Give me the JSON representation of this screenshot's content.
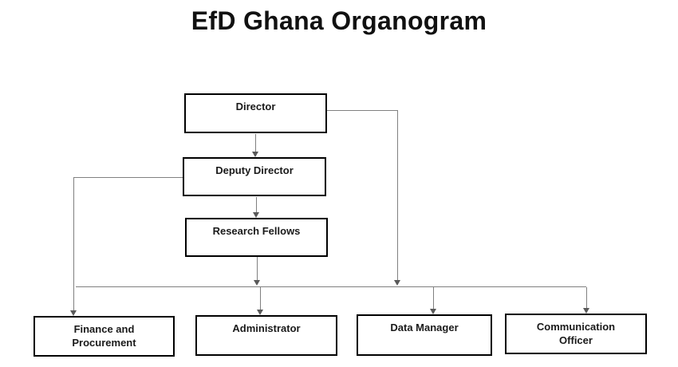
{
  "title": "EfD Ghana Organogram",
  "colors": {
    "background": "#ffffff",
    "box_border": "#000000",
    "box_fill": "#ffffff",
    "text": "#1a1a1a",
    "connector_line": "#808080",
    "arrowhead": "#595959"
  },
  "nodes": {
    "director": {
      "label": "Director"
    },
    "deputy_director": {
      "label": "Deputy Director"
    },
    "research_fellows": {
      "label": "Research Fellows"
    },
    "finance_and_procurement": {
      "label": "Finance and\nProcurement"
    },
    "administrator": {
      "label": "Administrator"
    },
    "data_manager": {
      "label": "Data Manager"
    },
    "communication_officer": {
      "label": "Communication\nOfficer"
    }
  },
  "edges": [
    {
      "from": "director",
      "to": "deputy_director"
    },
    {
      "from": "deputy_director",
      "to": "research_fellows"
    },
    {
      "from": "deputy_director",
      "to": "finance_and_procurement"
    },
    {
      "from": "director",
      "to": "staff_bus"
    },
    {
      "from": "research_fellows",
      "to": "staff_bus"
    },
    {
      "from": "staff_bus",
      "to": "administrator"
    },
    {
      "from": "staff_bus",
      "to": "data_manager"
    },
    {
      "from": "staff_bus",
      "to": "communication_officer"
    }
  ]
}
